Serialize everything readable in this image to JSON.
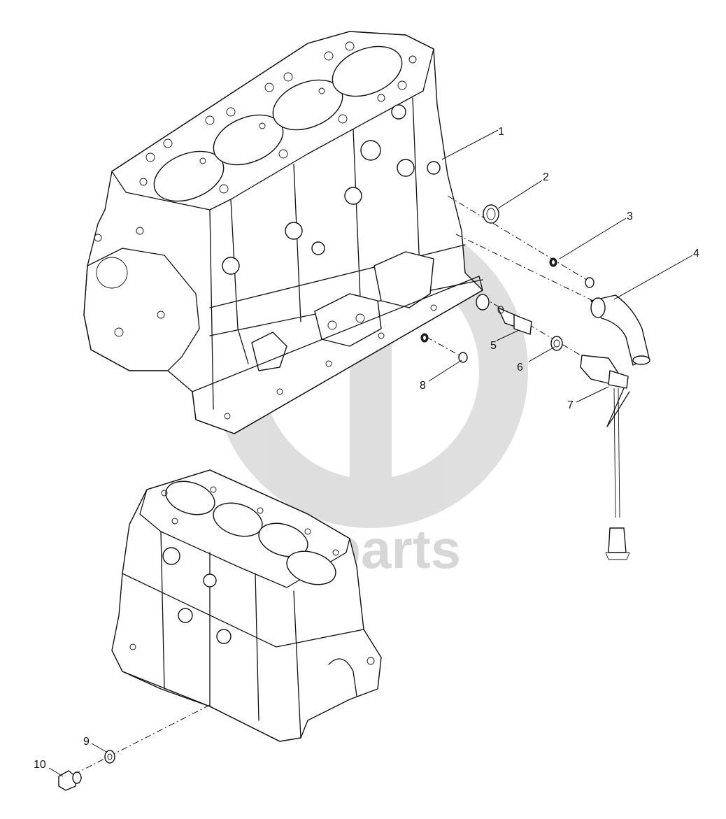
{
  "watermark": {
    "text": "data-parts",
    "color": "#b8b8b8"
  },
  "callouts": [
    {
      "id": "1",
      "label": "1"
    },
    {
      "id": "2",
      "label": "2"
    },
    {
      "id": "3",
      "label": "3"
    },
    {
      "id": "4",
      "label": "4"
    },
    {
      "id": "5",
      "label": "5"
    },
    {
      "id": "6",
      "label": "6"
    },
    {
      "id": "7",
      "label": "7"
    },
    {
      "id": "8",
      "label": "8"
    },
    {
      "id": "9",
      "label": "9"
    },
    {
      "id": "10",
      "label": "10"
    }
  ]
}
